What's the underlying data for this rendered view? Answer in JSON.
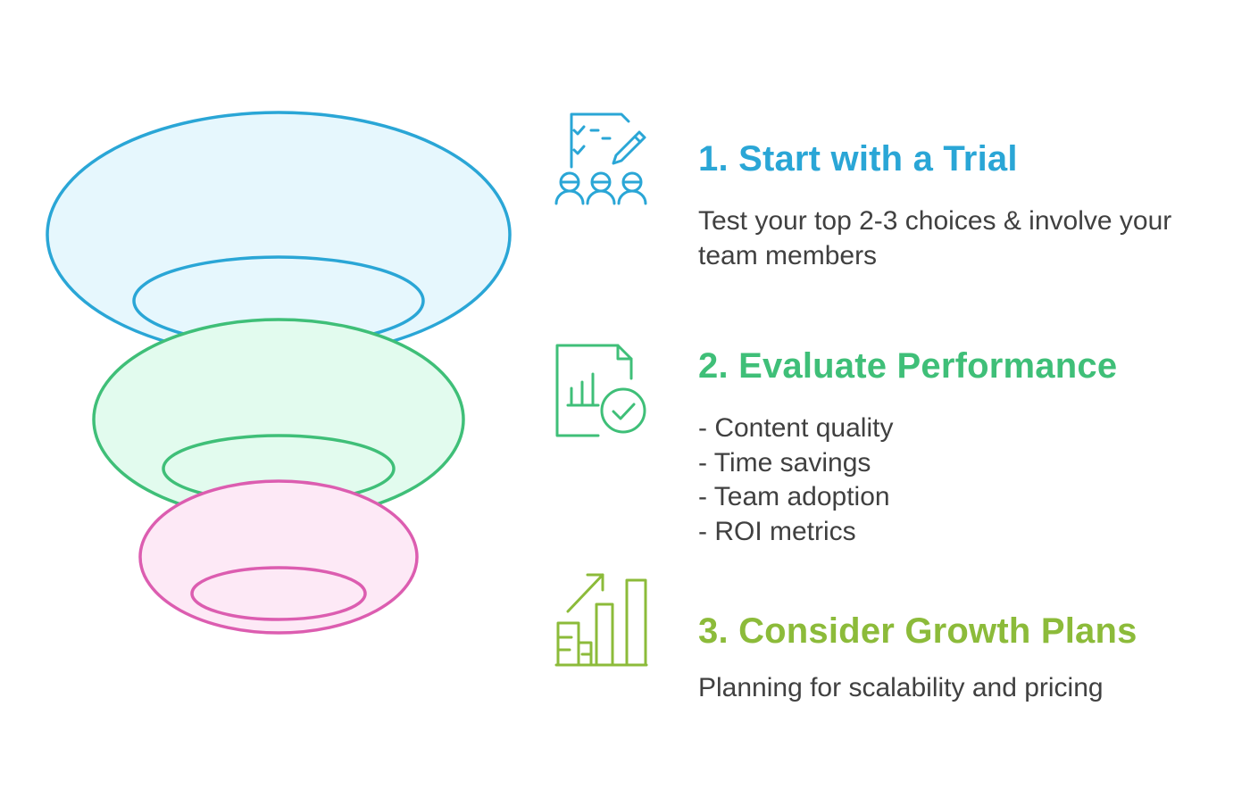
{
  "colors": {
    "step1": "#2aa6d6",
    "step1_fill": "#e6f7fd",
    "step2": "#3fbf78",
    "step2_fill": "#e2fbee",
    "step3": "#8cbb3a",
    "pink": "#dc5db0",
    "pink_fill": "#fde9f6",
    "text": "#404040"
  },
  "steps": [
    {
      "title": "1. Start with a Trial",
      "description": "Test your top 2-3 choices & involve your team members",
      "icon": "checklist-team-icon"
    },
    {
      "title": "2. Evaluate Performance",
      "items": [
        "- Content quality",
        "- Time savings",
        "- Team adoption",
        "- ROI metrics"
      ],
      "icon": "report-check-icon"
    },
    {
      "title": "3. Consider Growth Plans",
      "description": "Planning for scalability and pricing",
      "icon": "growth-chart-icon"
    }
  ]
}
